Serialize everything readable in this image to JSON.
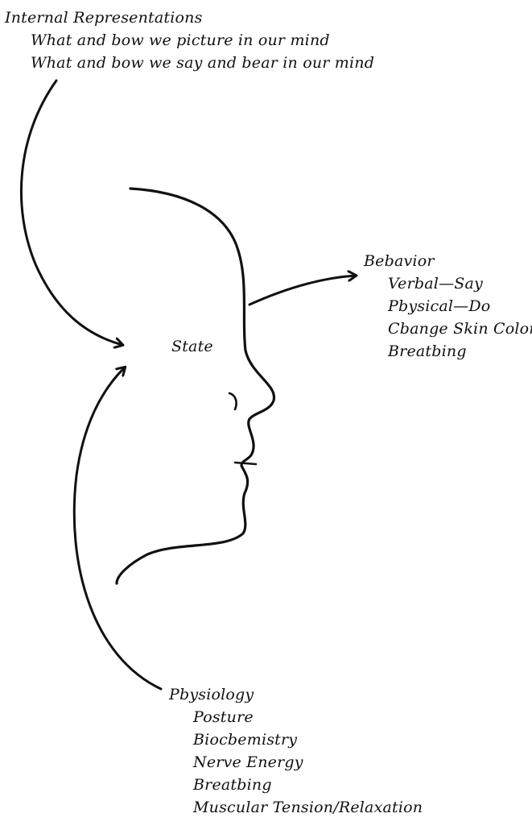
{
  "internal_representations": {
    "title": "Internal Representations",
    "items": [
      "What and bow we picture in our mind",
      "What and bow we say and bear in our mind"
    ]
  },
  "center": {
    "label": "State"
  },
  "behavior": {
    "title": "Bebavior",
    "items": [
      "Verbal—Say",
      "Pbysical—Do",
      "Cbange Skin Color",
      "Breatbing"
    ]
  },
  "physiology": {
    "title": "Pbysiology",
    "items": [
      "Posture",
      "Biocbemistry",
      "Nerve Energy",
      "Breatbing",
      "Muscular Tension/Relaxation"
    ]
  },
  "colors": {
    "ink": "#111111",
    "background": "#ffffff"
  }
}
